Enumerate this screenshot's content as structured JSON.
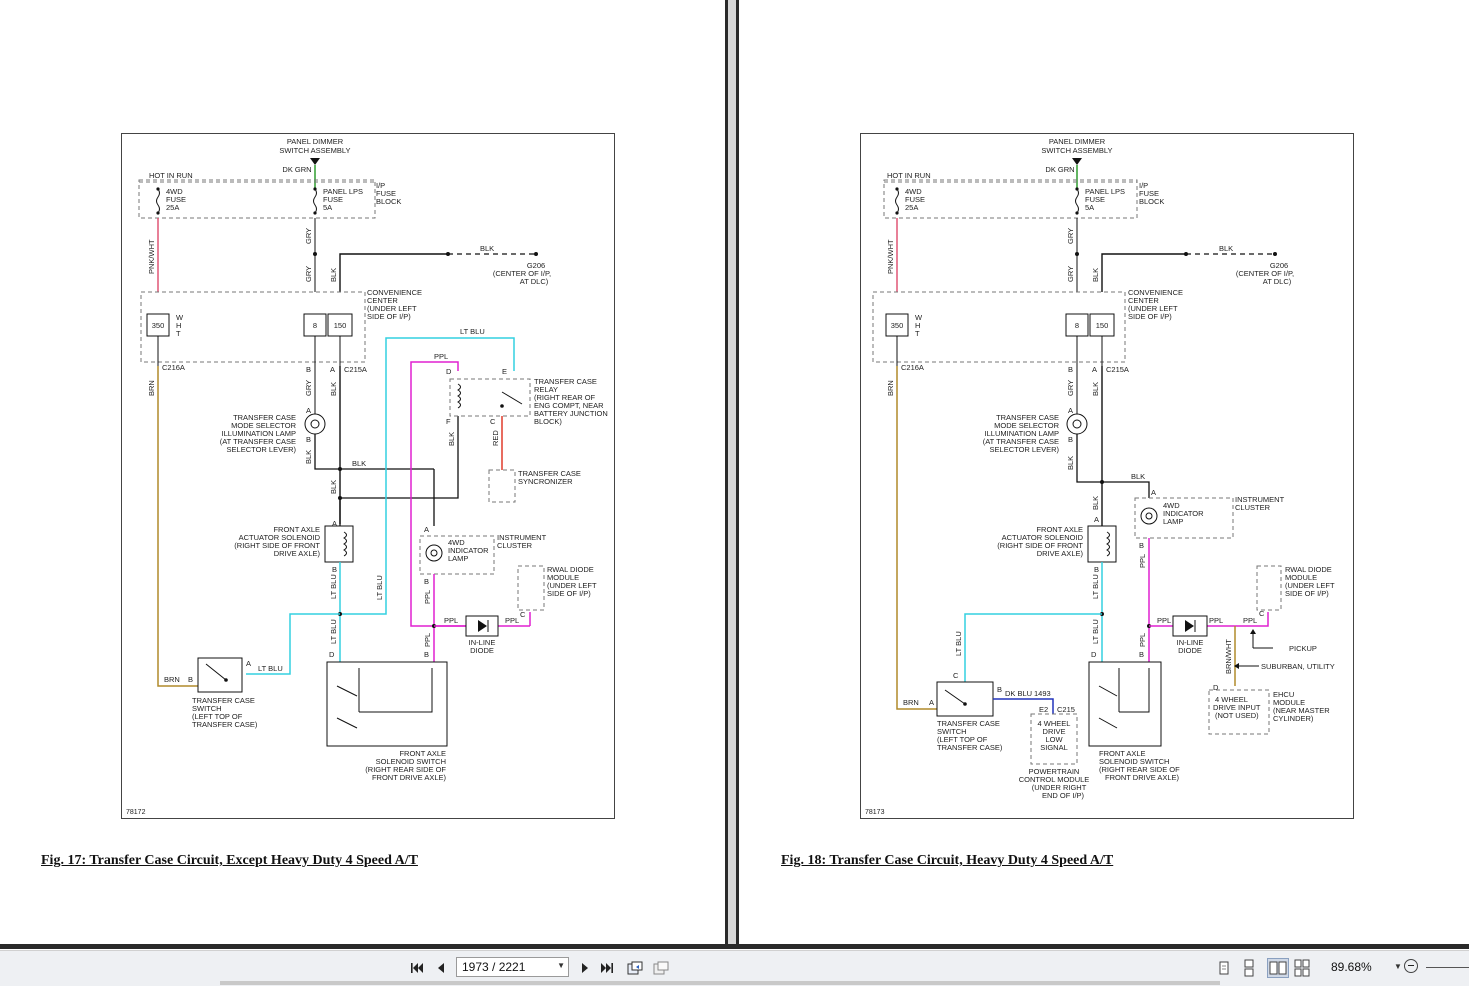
{
  "viewer": {
    "current_page": "1973 / 2221",
    "zoom": "89.68%"
  },
  "figures": [
    {
      "caption": "Fig. 17: Transfer Case Circuit, Except Heavy Duty 4 Speed A/T",
      "diagram_number": "78172",
      "labels": {
        "panel_dimmer": [
          "PANEL DIMMER",
          "SWITCH ASSEMBLY"
        ],
        "dk_grn": "DK GRN",
        "hot_in_run": "HOT IN RUN",
        "fuse_4wd": [
          "4WD",
          "FUSE",
          "25A"
        ],
        "fuse_panel": [
          "PANEL LPS",
          "FUSE",
          "5A"
        ],
        "ip_fuse_block": [
          "I/P",
          "FUSE",
          "BLOCK"
        ],
        "pnk_wht": "PNK/WHT",
        "gry": "GRY",
        "blk": "BLK",
        "g206": [
          "G206",
          "(CENTER OF I/P,",
          "AT DLC)"
        ],
        "convenience_center": [
          "CONVENIENCE",
          "CENTER",
          "(UNDER LEFT",
          "SIDE OF I/P)"
        ],
        "c350": "350",
        "wht": [
          "W",
          "H",
          "T"
        ],
        "c8": "8",
        "c150": "150",
        "c216a": "C216A",
        "c215a": "C215A",
        "brn": "BRN",
        "lt_blu": "LT BLU",
        "ppl": "PPL",
        "red": "RED",
        "pin_a": "A",
        "pin_b": "B",
        "pin_c": "C",
        "pin_d": "D",
        "pin_e": "E",
        "pin_f": "F",
        "tc_relay": [
          "TRANSFER CASE",
          "RELAY",
          "(RIGHT REAR OF",
          "ENG COMPT, NEAR",
          "BATTERY JUNCTION",
          "BLOCK)"
        ],
        "tc_selector_lamp": [
          "TRANSFER CASE",
          "MODE SELECTOR",
          "ILLUMINATION LAMP",
          "(AT TRANSFER CASE",
          "SELECTOR LEVER)"
        ],
        "tc_synchronizer": [
          "TRANSFER CASE",
          "SYNCRONIZER"
        ],
        "front_axle_solenoid": [
          "FRONT AXLE",
          "ACTUATOR SOLENOID",
          "(RIGHT SIDE OF FRONT",
          "DRIVE AXLE)"
        ],
        "indicator_lamp": [
          "4WD",
          "INDICATOR",
          "LAMP"
        ],
        "instrument_cluster": [
          "INSTRUMENT",
          "CLUSTER"
        ],
        "rwal_module": [
          "RWAL DIODE",
          "MODULE",
          "(UNDER LEFT",
          "SIDE OF I/P)"
        ],
        "inline_diode": [
          "IN-LINE",
          "DIODE"
        ],
        "tc_switch": [
          "TRANSFER CASE",
          "SWITCH",
          "(LEFT TOP OF",
          "TRANSFER CASE)"
        ],
        "front_axle_switch": [
          "FRONT AXLE",
          "SOLENOID SWITCH",
          "(RIGHT REAR SIDE OF",
          "FRONT DRIVE AXLE)"
        ]
      }
    },
    {
      "caption": "Fig. 18: Transfer Case Circuit, Heavy Duty 4 Speed A/T",
      "diagram_number": "78173",
      "labels": {
        "panel_dimmer": [
          "PANEL DIMMER",
          "SWITCH ASSEMBLY"
        ],
        "dk_grn": "DK GRN",
        "hot_in_run": "HOT IN RUN",
        "fuse_4wd": [
          "4WD",
          "FUSE",
          "25A"
        ],
        "fuse_panel": [
          "PANEL LPS",
          "FUSE",
          "5A"
        ],
        "ip_fuse_block": [
          "I/P",
          "FUSE",
          "BLOCK"
        ],
        "pnk_wht": "PNK/WHT",
        "gry": "GRY",
        "blk": "BLK",
        "g206": [
          "G206",
          "(CENTER OF I/P,",
          "AT DLC)"
        ],
        "convenience_center": [
          "CONVENIENCE",
          "CENTER",
          "(UNDER LEFT",
          "SIDE OF I/P)"
        ],
        "c350": "350",
        "wht": [
          "W",
          "H",
          "T"
        ],
        "c8": "8",
        "c150": "150",
        "c216a": "C216A",
        "c215a": "C215A",
        "brn": "BRN",
        "lt_blu": "LT BLU",
        "ppl": "PPL",
        "pin_a": "A",
        "pin_b": "B",
        "pin_c": "C",
        "pin_d": "D",
        "tc_selector_lamp": [
          "TRANSFER CASE",
          "MODE SELECTOR",
          "ILLUMINATION LAMP",
          "(AT TRANSFER CASE",
          "SELECTOR LEVER)"
        ],
        "indicator_lamp": [
          "4WD",
          "INDICATOR",
          "LAMP"
        ],
        "instrument_cluster": [
          "INSTRUMENT",
          "CLUSTER"
        ],
        "front_axle_solenoid": [
          "FRONT AXLE",
          "ACTUATOR SOLENOID",
          "(RIGHT SIDE OF FRONT",
          "DRIVE AXLE)"
        ],
        "rwal_module": [
          "RWAL DIODE",
          "MODULE",
          "(UNDER LEFT",
          "SIDE OF I/P)"
        ],
        "inline_diode": [
          "IN-LINE",
          "DIODE"
        ],
        "pickup": "PICKUP",
        "suburban": "SUBURBAN, UTILITY",
        "brn_wht": "BRN/WHT",
        "dk_blu": "DK BLU",
        "c1493": "1493",
        "e2": "E2",
        "c215": "C215",
        "low_signal": [
          "4 WHEEL",
          "DRIVE",
          "LOW",
          "SIGNAL"
        ],
        "pcm": [
          "POWERTRAIN",
          "CONTROL MODULE",
          "(UNDER RIGHT",
          "END OF I/P)"
        ],
        "drive_input": [
          "4 WHEEL",
          "DRIVE INPUT",
          "(NOT USED)"
        ],
        "ehcu": [
          "EHCU",
          "MODULE",
          "(NEAR MASTER",
          "CYLINDER)"
        ],
        "tc_switch": [
          "TRANSFER CASE",
          "SWITCH",
          "(LEFT TOP OF",
          "TRANSFER CASE)"
        ],
        "front_axle_switch": [
          "FRONT AXLE",
          "SOLENOID SWITCH",
          "(RIGHT REAR SIDE OF",
          "FRONT DRIVE AXLE)"
        ]
      }
    }
  ],
  "wire_colors": {
    "pnk_wht": "#e05575",
    "dk_grn": "#2f9e2f",
    "brn": "#b08a2a",
    "lt_blu": "#34d0e0",
    "ppl": "#e020d0",
    "red": "#e03a2a",
    "dk_blu": "#2233bb",
    "blk": "#222222"
  },
  "toolbar_icons": [
    "first-page-icon",
    "prev-page-icon",
    "next-page-icon",
    "last-page-icon",
    "rotate-icon",
    "fit-icon",
    "single-page-icon",
    "continuous-icon",
    "two-page-icon",
    "two-page-continuous-icon",
    "zoom-out-icon"
  ]
}
